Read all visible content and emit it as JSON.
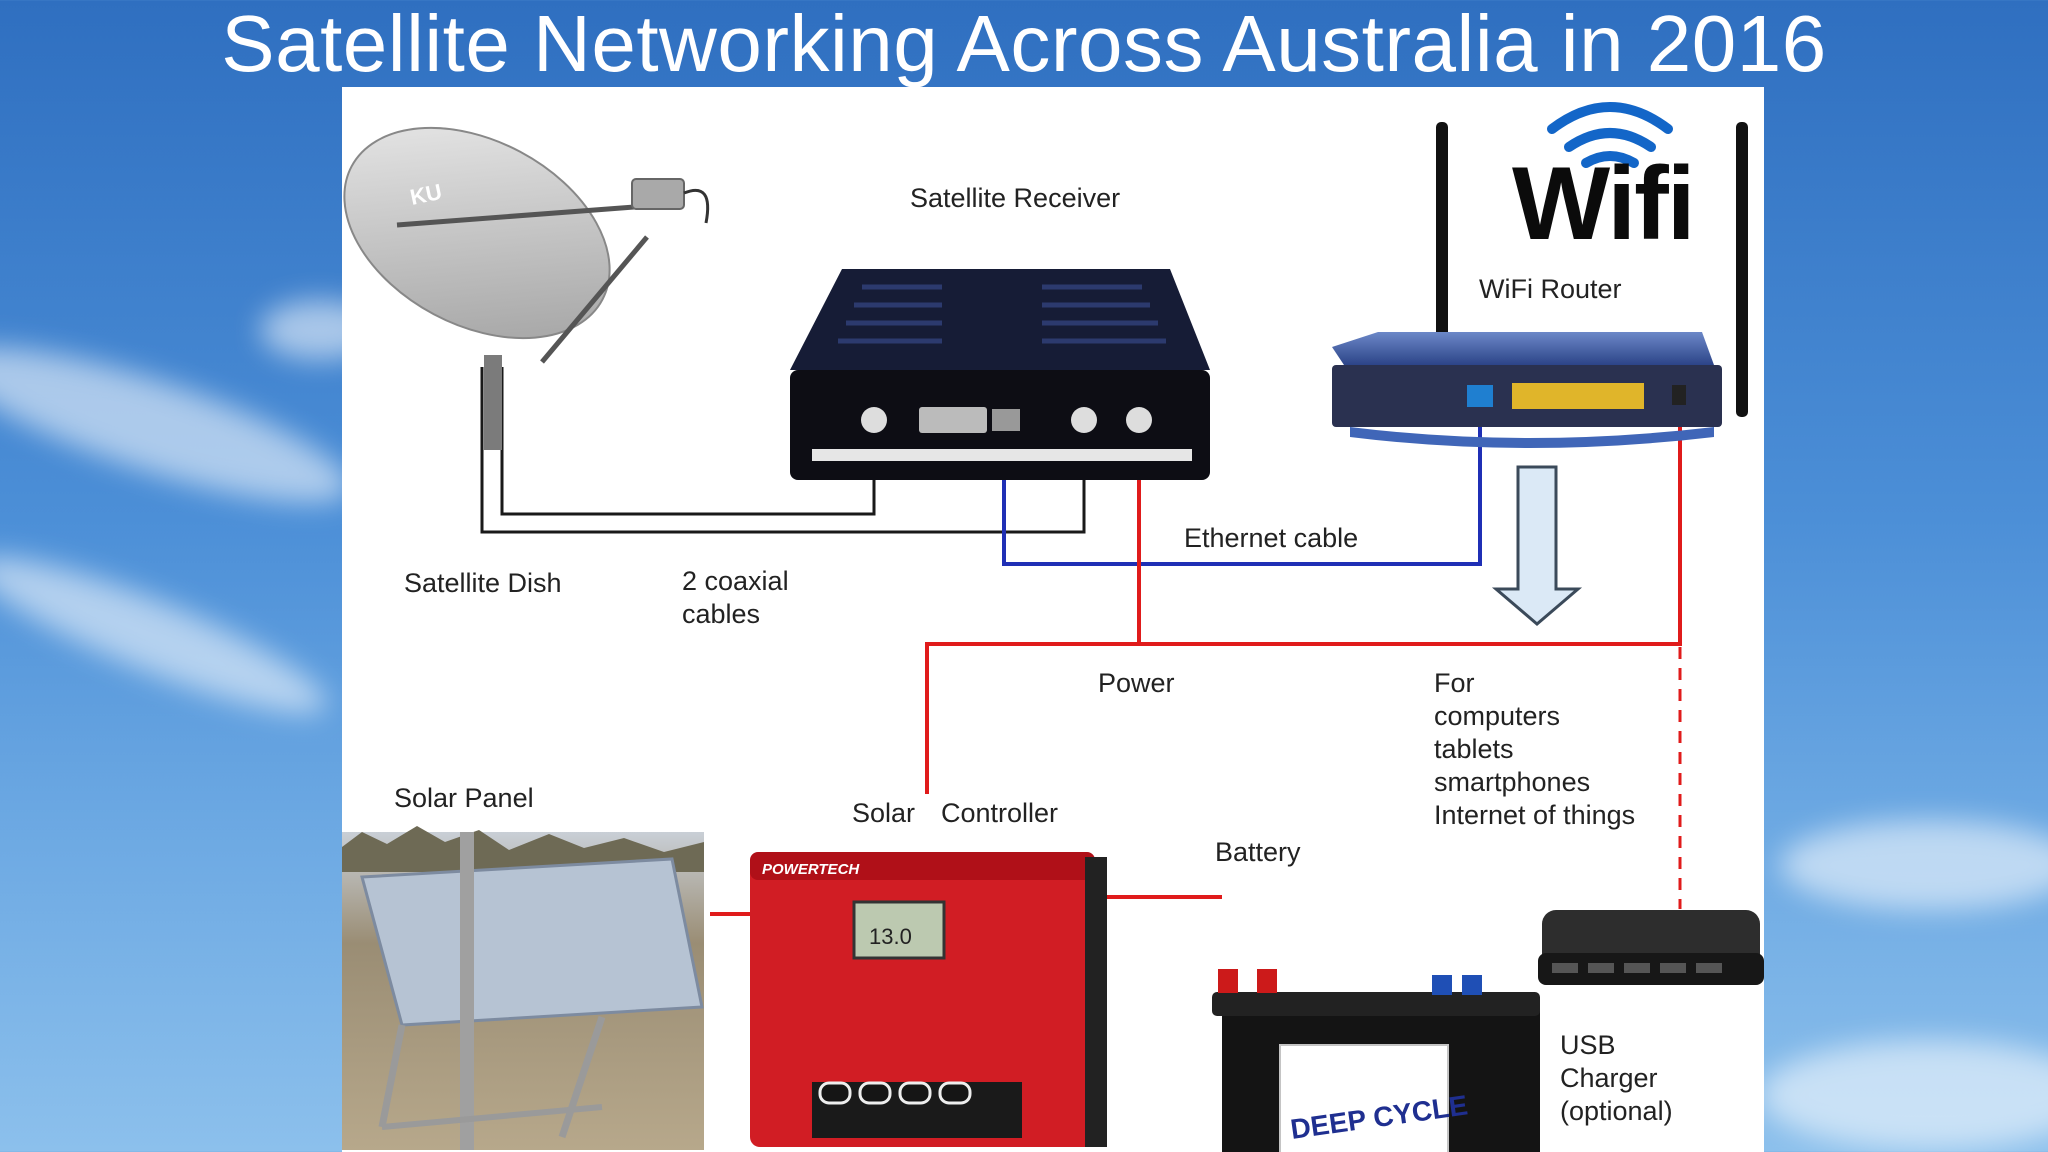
{
  "slide": {
    "title": "Satellite Networking Across Australia in 2016"
  },
  "labels": {
    "satellite_receiver": "Satellite Receiver",
    "wifi_router": "WiFi Router",
    "ethernet_cable": "Ethernet cable",
    "satellite_dish": "Satellite Dish",
    "coaxial_cables": "2 coaxial\ncables",
    "power": "Power",
    "uses": "For\ncomputers\ntablets\nsmartphones\nInternet of things",
    "solar_panel": "Solar Panel",
    "solar": "Solar",
    "controller": "Controller",
    "battery": "Battery",
    "usb_charger": "USB\nCharger\n(optional)"
  },
  "device_text": {
    "wifi_logo": "Wifi",
    "dish_brand": "KU",
    "controller_brand": "POWERTECH",
    "controller_display": "13.0",
    "battery_brand": "DEEP CYCLE"
  },
  "colors": {
    "power_wire": "#e01b1b",
    "ethernet_wire": "#1f2fb5",
    "coax_wire": "#1a1a1a",
    "arrow_fill": "#dbe9f6",
    "arrow_stroke": "#3b4a5a"
  }
}
